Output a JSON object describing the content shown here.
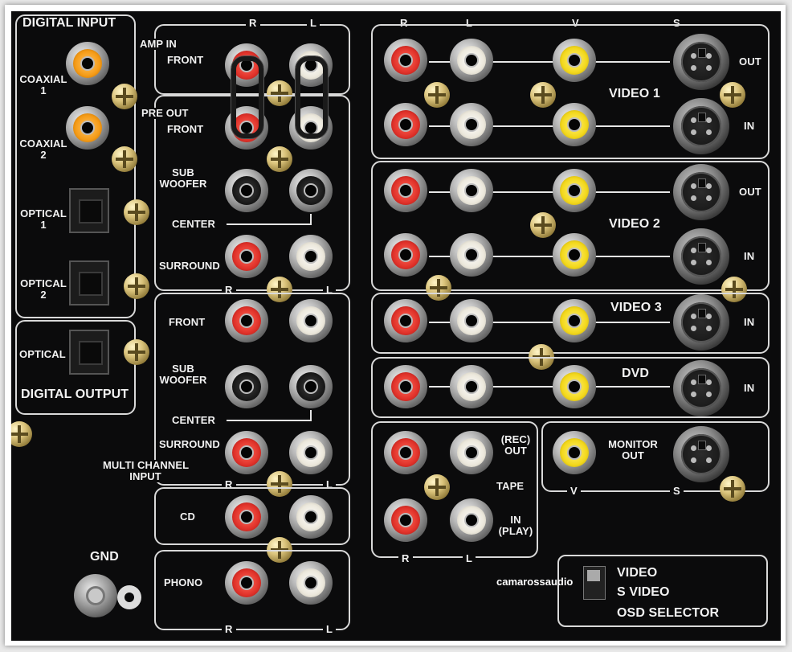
{
  "watermark": "camarossaudio",
  "digital_input": {
    "title": "DIGITAL INPUT",
    "coaxial_1": "COAXIAL\n1",
    "coaxial_2": "COAXIAL\n2",
    "optical_1": "OPTICAL\n1",
    "optical_2": "OPTICAL\n2"
  },
  "digital_output": {
    "title": "DIGITAL OUTPUT",
    "optical": "OPTICAL"
  },
  "amp_in": {
    "title": "AMP IN",
    "front": "FRONT"
  },
  "pre_out": {
    "title": "PRE OUT",
    "front": "FRONT",
    "subwoofer": "SUB\nWOOFER",
    "center": "CENTER",
    "surround": "SURROUND"
  },
  "multi_channel": {
    "title": "MULTI CHANNEL\nINPUT",
    "front": "FRONT",
    "subwoofer": "SUB\nWOOFER",
    "center": "CENTER",
    "surround": "SURROUND"
  },
  "cd": "CD",
  "phono": "PHONO",
  "gnd": "GND",
  "channels": {
    "r": "R",
    "l": "L",
    "v": "V",
    "s": "S"
  },
  "video1": {
    "title": "VIDEO 1",
    "out": "OUT",
    "in": "IN"
  },
  "video2": {
    "title": "VIDEO 2",
    "out": "OUT",
    "in": "IN"
  },
  "video3": {
    "title": "VIDEO 3",
    "in": "IN"
  },
  "dvd": {
    "title": "DVD",
    "in": "IN"
  },
  "tape": {
    "title": "TAPE",
    "rec_out": "(REC)\nOUT",
    "play_in": "IN\n(PLAY)"
  },
  "monitor": {
    "title": "MONITOR\nOUT"
  },
  "osd": {
    "title": "OSD SELECTOR",
    "video": "VIDEO",
    "s_video": "S VIDEO"
  }
}
